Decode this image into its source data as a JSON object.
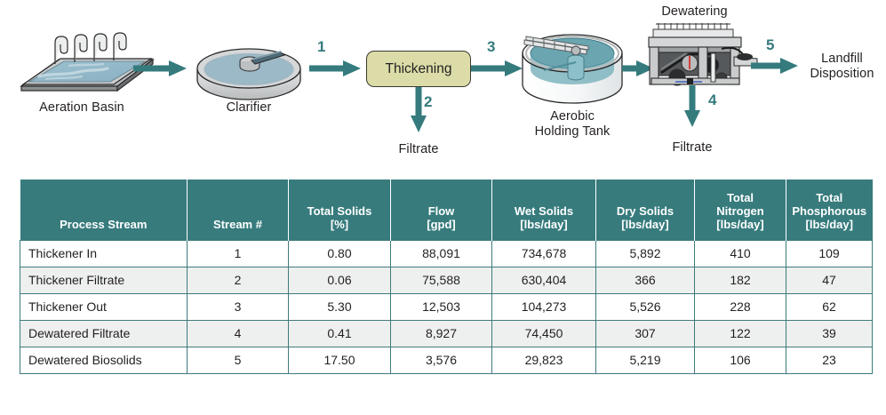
{
  "diagram": {
    "units": [
      {
        "name": "aeration-basin",
        "label": "Aeration Basin"
      },
      {
        "name": "clarifier",
        "label": "Clarifier"
      },
      {
        "name": "thickening",
        "label": "Thickening"
      },
      {
        "name": "aerobic-holding-tank",
        "label": "Aerobic\nHolding Tank"
      },
      {
        "name": "dewatering",
        "label": "Dewatering"
      }
    ],
    "labels": {
      "aeration_basin": "Aeration Basin",
      "clarifier": "Clarifier",
      "thickening": "Thickening",
      "filtrate_1": "Filtrate",
      "aerobic_holding_tank": "Aerobic\nHolding Tank",
      "dewatering": "Dewatering",
      "filtrate_2": "Filtrate",
      "landfill_disposition": "Landfill\nDisposition"
    },
    "stream_numbers": [
      "1",
      "2",
      "3",
      "4",
      "5"
    ],
    "colors": {
      "arrow_teal": "#357b7d",
      "process_box_fill": "#dcdca8",
      "water_blue": "#8fb3c4",
      "tank_water": "#6aa5b0",
      "equipment_gray": "#c9cbcc"
    }
  },
  "table": {
    "headers": [
      "Process Stream",
      "Stream #",
      "Total Solids\n[%]",
      "Flow\n[gpd]",
      "Wet Solids\n[lbs/day]",
      "Dry Solids\n[lbs/day]",
      "Total\nNitrogen\n[lbs/day]",
      "Total\nPhosphorous\n[lbs/day]"
    ],
    "header_color": "#377b7d",
    "alt_row_color": "#eef0ef",
    "border_color": "#3d7a7c",
    "rows": [
      {
        "process_stream": "Thickener In",
        "stream_number": "1",
        "total_solids_pct": "0.80",
        "flow_gpd": "88,091",
        "wet_solids": "734,678",
        "dry_solids": "5,892",
        "total_nitrogen": "410",
        "total_phosphorous": "109"
      },
      {
        "process_stream": "Thickener Filtrate",
        "stream_number": "2",
        "total_solids_pct": "0.06",
        "flow_gpd": "75,588",
        "wet_solids": "630,404",
        "dry_solids": "366",
        "total_nitrogen": "182",
        "total_phosphorous": "47"
      },
      {
        "process_stream": "Thickener Out",
        "stream_number": "3",
        "total_solids_pct": "5.30",
        "flow_gpd": "12,503",
        "wet_solids": "104,273",
        "dry_solids": "5,526",
        "total_nitrogen": "228",
        "total_phosphorous": "62"
      },
      {
        "process_stream": "Dewatered Filtrate",
        "stream_number": "4",
        "total_solids_pct": "0.41",
        "flow_gpd": "8,927",
        "wet_solids": "74,450",
        "dry_solids": "307",
        "total_nitrogen": "122",
        "total_phosphorous": "39"
      },
      {
        "process_stream": "Dewatered Biosolids",
        "stream_number": "5",
        "total_solids_pct": "17.50",
        "flow_gpd": "3,576",
        "wet_solids": "29,823",
        "dry_solids": "5,219",
        "total_nitrogen": "106",
        "total_phosphorous": "23"
      }
    ]
  }
}
